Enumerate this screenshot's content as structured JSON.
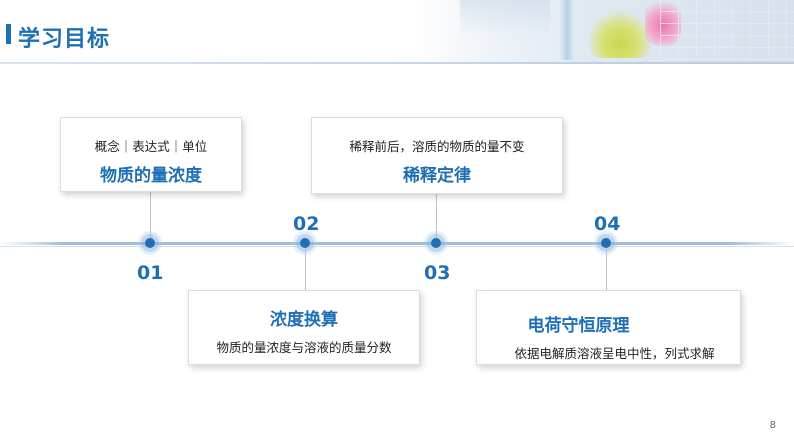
{
  "header": {
    "title": "学习目标"
  },
  "timeline": {
    "nodes": [
      {
        "number": "01"
      },
      {
        "number": "02"
      },
      {
        "number": "03"
      },
      {
        "number": "04"
      }
    ]
  },
  "cards": [
    {
      "subtitle": "概念｜表达式｜单位",
      "heading": "物质的量浓度"
    },
    {
      "subtitle": "物质的量浓度与溶液的质量分数",
      "heading": "浓度换算"
    },
    {
      "subtitle": "稀释前后，溶质的物质的量不变",
      "heading": "稀释定律"
    },
    {
      "subtitle": "依据电解质溶液呈电中性，列式求解",
      "heading": "电荷守恒原理"
    }
  ],
  "page": {
    "number": "8"
  },
  "colors": {
    "accent": "#1f6fb4"
  }
}
